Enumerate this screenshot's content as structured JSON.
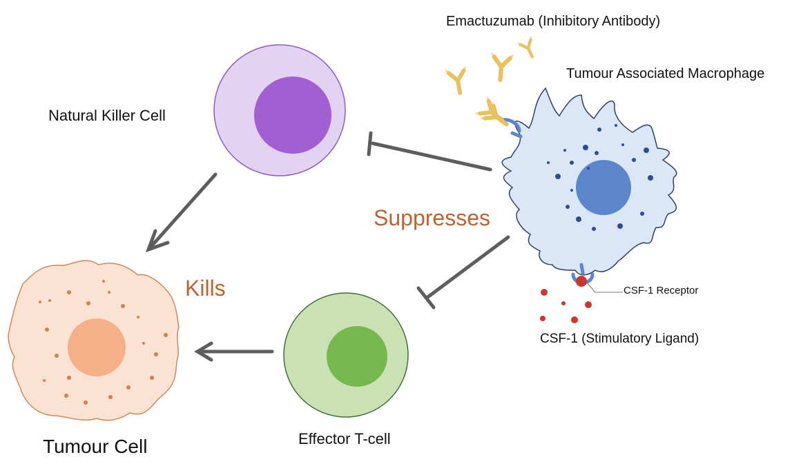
{
  "labels": {
    "natural_killer_cell": "Natural Killer Cell",
    "tumour_cell": "Tumour Cell",
    "effector_t_cell": "Effector T-cell",
    "macrophage": "Tumour Associated Macrophage",
    "antibody": "Emactuzumab (Inhibitory Antibody)",
    "ligand": "CSF-1 (Stimulatory Ligand)",
    "receptor": "CSF-1 Receptor",
    "suppresses": "Suppresses",
    "kills": "Kills"
  },
  "colors": {
    "nk_cytoplasm": "#e4d2f2",
    "nk_nucleus": "#a25fd1",
    "nk_border": "#8a5bc2",
    "tcell_cytoplasm": "#c9e1b5",
    "tcell_nucleus": "#76b84e",
    "tcell_border": "#3f6e35",
    "tumour_cytoplasm": "#fbe3d4",
    "tumour_nucleus": "#f5b089",
    "tumour_border": "#d0875a",
    "macrophage_cytoplasm": "#dbe6f6",
    "macrophage_nucleus": "#5b86cc",
    "macrophage_border": "#2c3f66",
    "granule": "#2d4f8f",
    "tumour_dot": "#cf7f52",
    "receptor": "#5b86cc",
    "ligand": "#c9372e",
    "antibody": "#e7c25e",
    "arrow": "#5d5d5d",
    "effect_text": "#c0622f"
  }
}
